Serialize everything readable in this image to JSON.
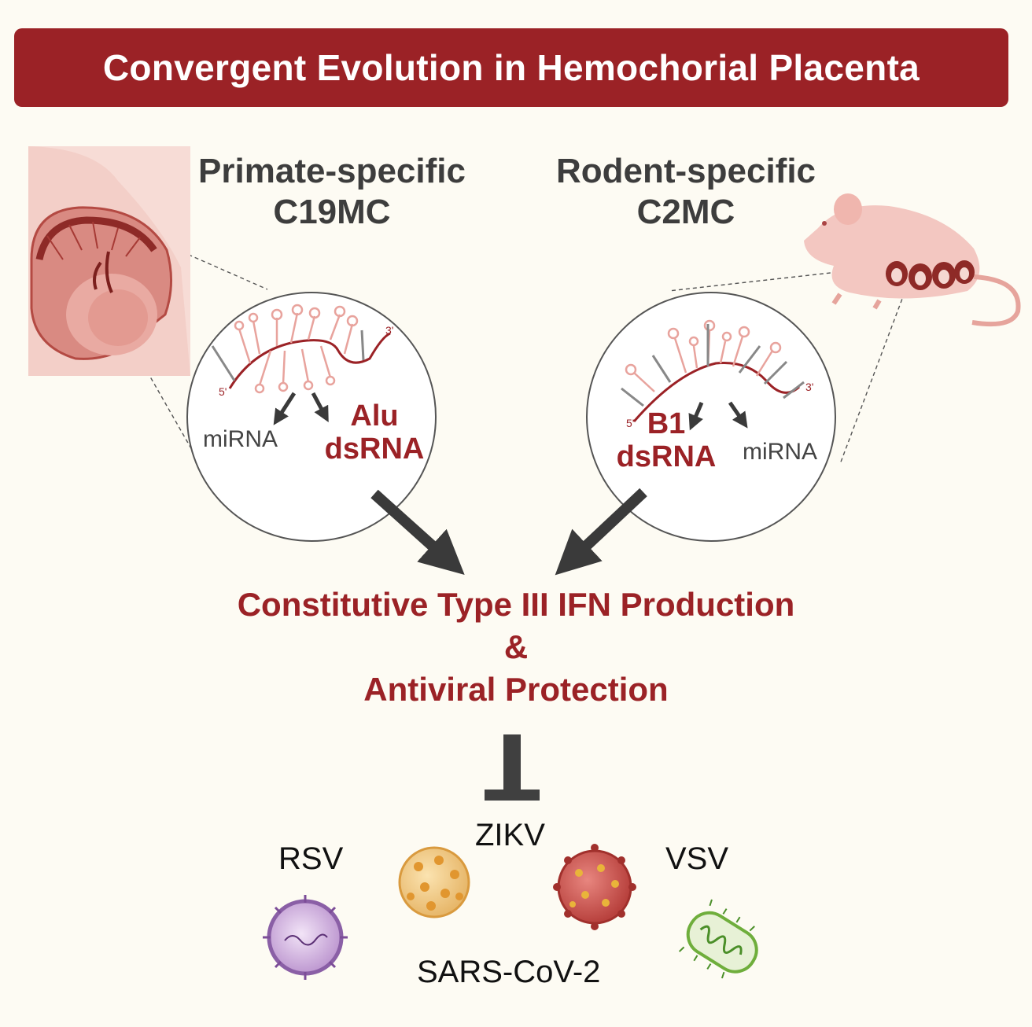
{
  "title": "Convergent Evolution in Hemochorial Placenta",
  "primate": {
    "line1": "Primate-specific",
    "line2": "C19MC",
    "five_prime": "5'",
    "three_prime": "3'",
    "mirna": "miRNA",
    "dsrna_line1": "Alu",
    "dsrna_line2": "dsRNA"
  },
  "rodent": {
    "line1": "Rodent-specific",
    "line2": "C2MC",
    "five_prime": "5'",
    "three_prime": "3'",
    "mirna": "miRNA",
    "dsrna_line1": "B1",
    "dsrna_line2": "dsRNA"
  },
  "outcome": {
    "line1": "Constitutive Type III IFN Production",
    "line2": "&",
    "line3": "Antiviral Protection"
  },
  "viruses": {
    "rsv": "RSV",
    "zikv": "ZIKV",
    "vsv": "VSV",
    "sars": "SARS-CoV-2"
  },
  "colors": {
    "banner": "#9b2226",
    "accent": "#9b2226",
    "arrow": "#444444",
    "heading": "#3d3d3d",
    "background": "#fdfbf3"
  },
  "icons": [
    "pregnant-uterus-icon",
    "mouse-icon",
    "rna-hairpin-icon",
    "rsv-virus-icon",
    "zika-virus-icon",
    "sars-cov-2-virus-icon",
    "vsv-virus-icon",
    "inhibition-bar-icon"
  ]
}
